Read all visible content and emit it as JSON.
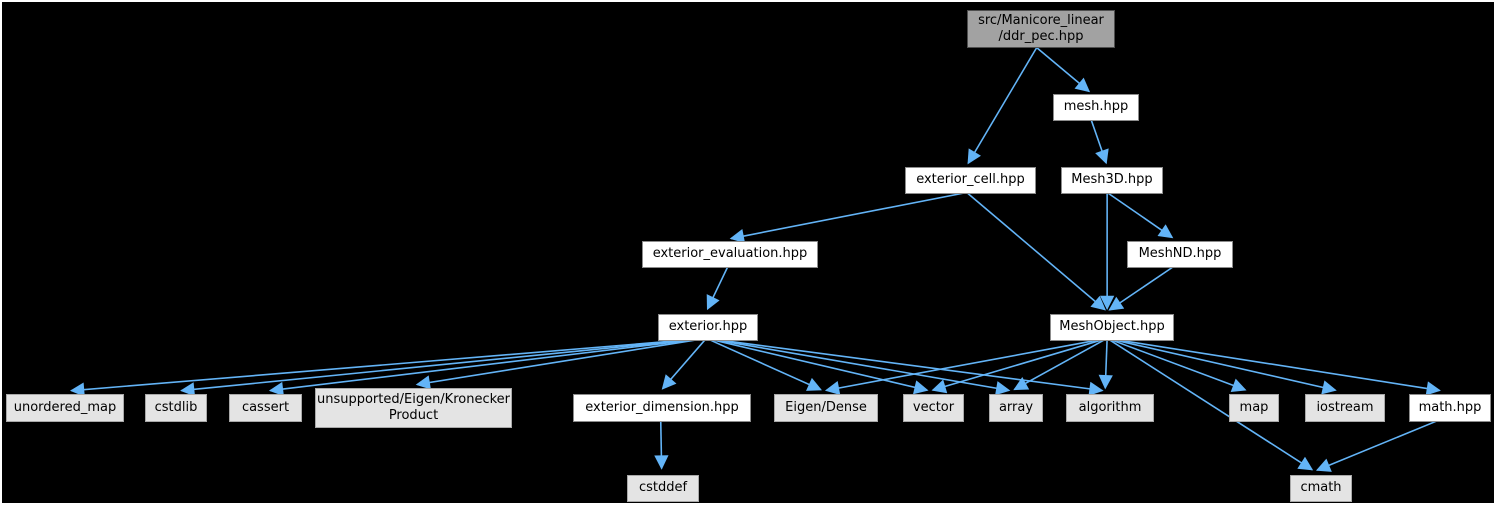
{
  "graph": {
    "title": "Include dependency graph for ddr_pec.hpp",
    "background_color": "#000000",
    "edge_color": "#63b4f7",
    "root_fill_color": "#a2a2a2",
    "file_node_fill_color": "#ffffff",
    "system_node_fill_color": "#e4e4e4",
    "nodes": [
      {
        "id": "ddr_pec",
        "label": "src/Manicore_linear\n/ddr_pec.hpp",
        "type": "root"
      },
      {
        "id": "mesh",
        "label": "mesh.hpp",
        "type": "file"
      },
      {
        "id": "exterior_cell",
        "label": "exterior_cell.hpp",
        "type": "file"
      },
      {
        "id": "mesh3d",
        "label": "Mesh3D.hpp",
        "type": "file"
      },
      {
        "id": "exterior_evaluation",
        "label": "exterior_evaluation.hpp",
        "type": "file"
      },
      {
        "id": "meshnd",
        "label": "MeshND.hpp",
        "type": "file"
      },
      {
        "id": "exterior",
        "label": "exterior.hpp",
        "type": "file"
      },
      {
        "id": "meshobject",
        "label": "MeshObject.hpp",
        "type": "file"
      },
      {
        "id": "unordered_map",
        "label": "unordered_map",
        "type": "system"
      },
      {
        "id": "cstdlib",
        "label": "cstdlib",
        "type": "system"
      },
      {
        "id": "cassert",
        "label": "cassert",
        "type": "system"
      },
      {
        "id": "kronecker",
        "label": "unsupported/Eigen/Kronecker\nProduct",
        "type": "system"
      },
      {
        "id": "exterior_dimension",
        "label": "exterior_dimension.hpp",
        "type": "file"
      },
      {
        "id": "eigen_dense",
        "label": "Eigen/Dense",
        "type": "system"
      },
      {
        "id": "vector",
        "label": "vector",
        "type": "system"
      },
      {
        "id": "array",
        "label": "array",
        "type": "system"
      },
      {
        "id": "algorithm",
        "label": "algorithm",
        "type": "system"
      },
      {
        "id": "map",
        "label": "map",
        "type": "system"
      },
      {
        "id": "iostream",
        "label": "iostream",
        "type": "system"
      },
      {
        "id": "math",
        "label": "math.hpp",
        "type": "file"
      },
      {
        "id": "cstddef",
        "label": "cstddef",
        "type": "system"
      },
      {
        "id": "cmath",
        "label": "cmath",
        "type": "system"
      }
    ],
    "edges": [
      {
        "from": "ddr_pec",
        "to": "exterior_cell"
      },
      {
        "from": "ddr_pec",
        "to": "mesh"
      },
      {
        "from": "mesh",
        "to": "mesh3d"
      },
      {
        "from": "exterior_cell",
        "to": "exterior_evaluation"
      },
      {
        "from": "exterior_cell",
        "to": "meshobject"
      },
      {
        "from": "mesh3d",
        "to": "meshnd"
      },
      {
        "from": "mesh3d",
        "to": "meshobject"
      },
      {
        "from": "meshnd",
        "to": "meshobject"
      },
      {
        "from": "exterior_evaluation",
        "to": "exterior"
      },
      {
        "from": "exterior",
        "to": "unordered_map"
      },
      {
        "from": "exterior",
        "to": "cstdlib"
      },
      {
        "from": "exterior",
        "to": "cassert"
      },
      {
        "from": "exterior",
        "to": "kronecker"
      },
      {
        "from": "exterior",
        "to": "exterior_dimension"
      },
      {
        "from": "exterior",
        "to": "eigen_dense"
      },
      {
        "from": "exterior",
        "to": "vector"
      },
      {
        "from": "exterior",
        "to": "array"
      },
      {
        "from": "exterior",
        "to": "algorithm"
      },
      {
        "from": "exterior_dimension",
        "to": "cstddef"
      },
      {
        "from": "meshobject",
        "to": "eigen_dense"
      },
      {
        "from": "meshobject",
        "to": "vector"
      },
      {
        "from": "meshobject",
        "to": "array"
      },
      {
        "from": "meshobject",
        "to": "algorithm"
      },
      {
        "from": "meshobject",
        "to": "map"
      },
      {
        "from": "meshobject",
        "to": "iostream"
      },
      {
        "from": "meshobject",
        "to": "math"
      },
      {
        "from": "meshobject",
        "to": "cmath"
      },
      {
        "from": "math",
        "to": "cmath"
      }
    ]
  }
}
